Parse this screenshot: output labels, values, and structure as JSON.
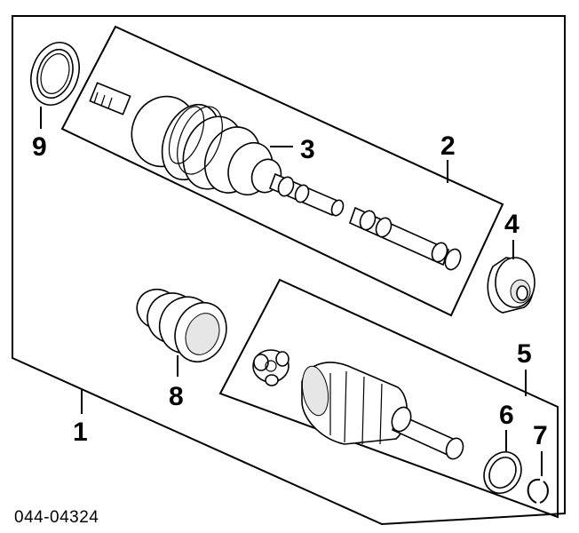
{
  "diagram": {
    "drawing_number": "044-04324",
    "callouts": [
      "1",
      "2",
      "3",
      "4",
      "5",
      "6",
      "7",
      "8",
      "9"
    ]
  }
}
